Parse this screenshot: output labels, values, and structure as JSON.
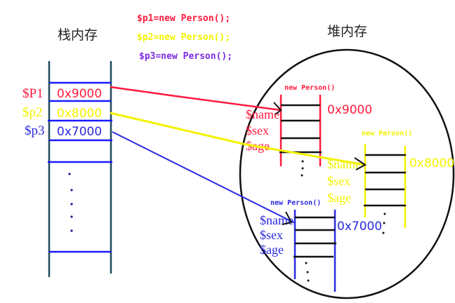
{
  "colors": {
    "p1": "#ff1a3c",
    "p2": "#f2f200",
    "p3": "#2a2adf",
    "p3_code": "#7a2ae0",
    "stack_rail": "#1f4a5e",
    "stack_row": "#1a1aff",
    "heap_row": "#111111",
    "ellipse": "#111111"
  },
  "titles": {
    "stack": "栈内存",
    "heap": "堆内存"
  },
  "code_lines": [
    {
      "text": "$p1=new Person();",
      "color_key": "p1"
    },
    {
      "text": "$p2=new Person();",
      "color_key": "p2"
    },
    {
      "text": "$p3=new Person();",
      "color_key": "p3_code"
    }
  ],
  "stack": {
    "variables": [
      {
        "name": "$P1",
        "value": "0x9000",
        "color_key": "p1"
      },
      {
        "name": "$p2",
        "value": "0x8000",
        "color_key": "p2"
      },
      {
        "name": "$p3",
        "value": "0x7000",
        "color_key": "p3"
      }
    ],
    "ellipsis_dots": 5
  },
  "heap": {
    "objects": [
      {
        "ctor": "new Person()",
        "address": "0x9000",
        "fields": [
          "$name",
          "$sex",
          "$age"
        ],
        "color_key": "p1"
      },
      {
        "ctor": "new Person()",
        "address": "0x8000",
        "fields": [
          "$name",
          "$sex",
          "$age"
        ],
        "color_key": "p2"
      },
      {
        "ctor": "new Person()",
        "address": "0x7000",
        "fields": [
          "$name",
          "$sex",
          "$age"
        ],
        "color_key": "p3"
      }
    ]
  }
}
